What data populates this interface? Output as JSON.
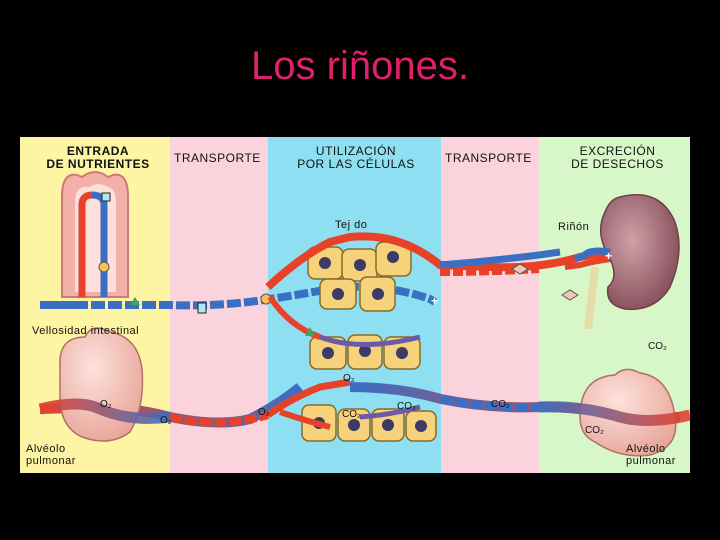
{
  "title": "Los riñones.",
  "columns": {
    "col1": [
      "ENTRADA",
      "DE NUTRIENTES"
    ],
    "col2": "TRANSPORTE",
    "col3": [
      "UTILIZACIÓN",
      "POR LAS CÉLULAS"
    ],
    "col4": "TRANSPORTE",
    "col5": [
      "EXCRECIÓN",
      "DE DESECHOS"
    ]
  },
  "labels": {
    "tejido": "Tej do",
    "rinon": "Riñón",
    "vellosidad": "Vellosidad intestinal",
    "co2_right": "CO₂",
    "o2_left": "O₂",
    "o2_mid1": "O₂",
    "o2_mid2": "O₂",
    "o2_cells": "O₂",
    "co2_cells": "CO₂",
    "co2_cells2": "CO₂",
    "co2_tr": "CO₂",
    "co2_lung": "CO₂",
    "alveolo_left": [
      "Alvéolo",
      "pulmonar"
    ],
    "alveolo_right": [
      "Alvéolo",
      "pulmonar"
    ]
  },
  "colors": {
    "title": "#e0206a",
    "col1": "#fdf5a3",
    "col2": "#fbd3dc",
    "col3": "#8fdff2",
    "col4": "#fbd3dc",
    "col5": "#d8f7c8",
    "artery": "#e8412a",
    "vein": "#3a6fc4"
  }
}
